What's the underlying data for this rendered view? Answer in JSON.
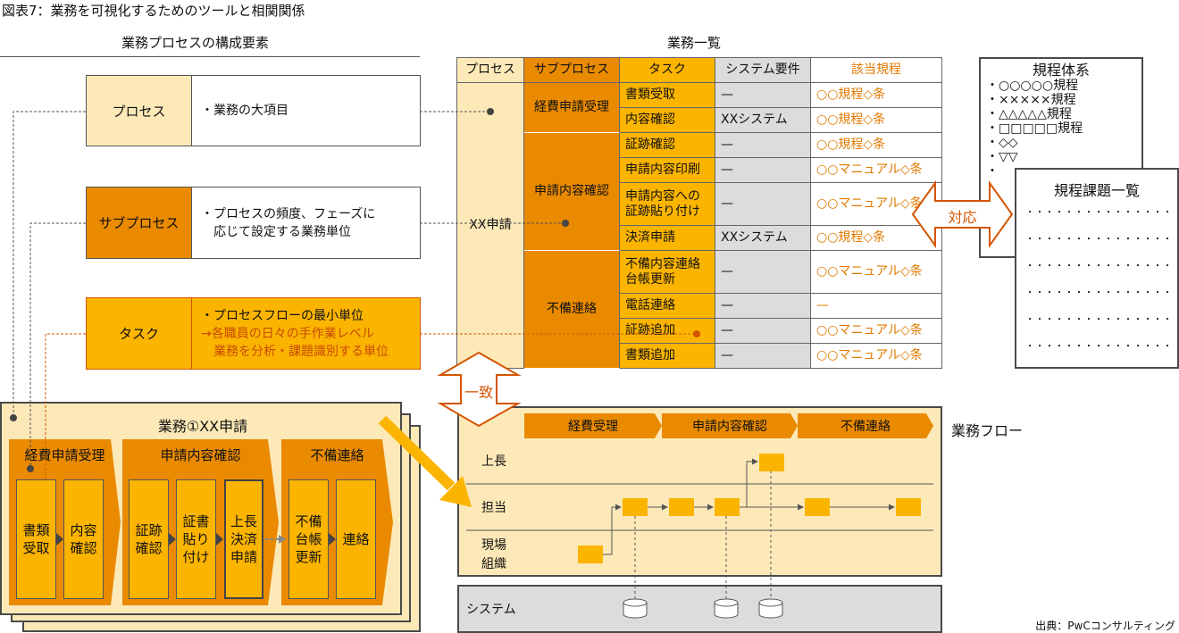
{
  "title": "図表7：業務を可視化するためのツールと相関関係",
  "left": {
    "heading": "業務プロセスの構成要素",
    "process": {
      "label": "プロセス",
      "desc": [
        "・業務の大項目"
      ]
    },
    "subprocess": {
      "label": "サブプロセス",
      "desc": [
        "・プロセスの頻度、フェーズに",
        "　応じて設定する業務単位"
      ]
    },
    "task": {
      "label": "タスク",
      "desc": [
        "・プロセスフローの最小単位",
        "→各職員の日々の手作業レベル",
        "　業務を分析・課題識別する単位"
      ]
    }
  },
  "card": {
    "title": "業務①XX申請",
    "phases": [
      {
        "label": "経費申請受理",
        "tasks": [
          "書類\n受取",
          "内容\n確認"
        ]
      },
      {
        "label": "申請内容確認",
        "tasks": [
          "証跡\n確認",
          "証書\n貼り\n付け",
          "上長\n決済\n申請"
        ]
      },
      {
        "label": "不備連絡",
        "tasks": [
          "不備\n台帳\n更新",
          "連絡"
        ]
      }
    ]
  },
  "table": {
    "heading": "業務一覧",
    "headers": [
      "プロセス",
      "サブプロセス",
      "タスク",
      "システム要件",
      "該当規程"
    ],
    "process": "XX申請",
    "subprocesses": [
      {
        "label": "経費申請受理",
        "rows": 2
      },
      {
        "label": "申請内容確認",
        "rows": 4
      },
      {
        "label": "不備連絡",
        "rows": 4
      }
    ],
    "rows": [
      {
        "task": "書類受取",
        "system": "—",
        "rule": "○○規程◇条"
      },
      {
        "task": "内容確認",
        "system": "XXシステム",
        "rule": "○○規程◇条"
      },
      {
        "task": "証跡確認",
        "system": "—",
        "rule": "○○規程◇条"
      },
      {
        "task": "申請内容印刷",
        "system": "—",
        "rule": "○○マニュアル◇条"
      },
      {
        "task": "申請内容への\n証跡貼り付け",
        "system": "—",
        "rule": "○○マニュアル◇条"
      },
      {
        "task": "決済申請",
        "system": "XXシステム",
        "rule": "○○規程◇条"
      },
      {
        "task": "不備内容連絡\n台帳更新",
        "system": "—",
        "rule": "○○マニュアル◇条"
      },
      {
        "task": "電話連絡",
        "system": "—",
        "rule": "—"
      },
      {
        "task": "証跡追加",
        "system": "—",
        "rule": "○○マニュアル◇条"
      },
      {
        "task": "書類追加",
        "system": "—",
        "rule": "○○マニュアル◇条"
      }
    ]
  },
  "arrows": {
    "match": "一致",
    "correspond": "対応"
  },
  "rules": {
    "title": "規程体系",
    "items": [
      "・○○○○○規程",
      "・×××××規程",
      "・△△△△△規程",
      "・□□□□□規程",
      "・◇◇",
      "・▽▽",
      "・"
    ]
  },
  "issues": {
    "title": "規程課題一覧",
    "items": [
      "・・・・・・・・・・・・・・・",
      "・・・・・・・・・・・・・・・",
      "・・・・・・・・・・・・・・・",
      "・・・・・・・・・・・・・・・",
      "・・・・・・・・・・・・・・・",
      "・・・・・・・・・・・・・・・"
    ]
  },
  "flow": {
    "label": "業務フロー",
    "phases": [
      "経費受理",
      "申請内容確認",
      "不備連絡"
    ],
    "lanes": [
      "上長",
      "担当",
      "現場\n組織"
    ],
    "system": "システム"
  },
  "source": "出典：PwCコンサルティング",
  "colors": {
    "orange": "#e98a00",
    "yellow": "#fbb400",
    "cream": "#fde9b8",
    "red": "#d45500",
    "ruleText": "#e07a00",
    "gray": "#dcdcdc"
  }
}
